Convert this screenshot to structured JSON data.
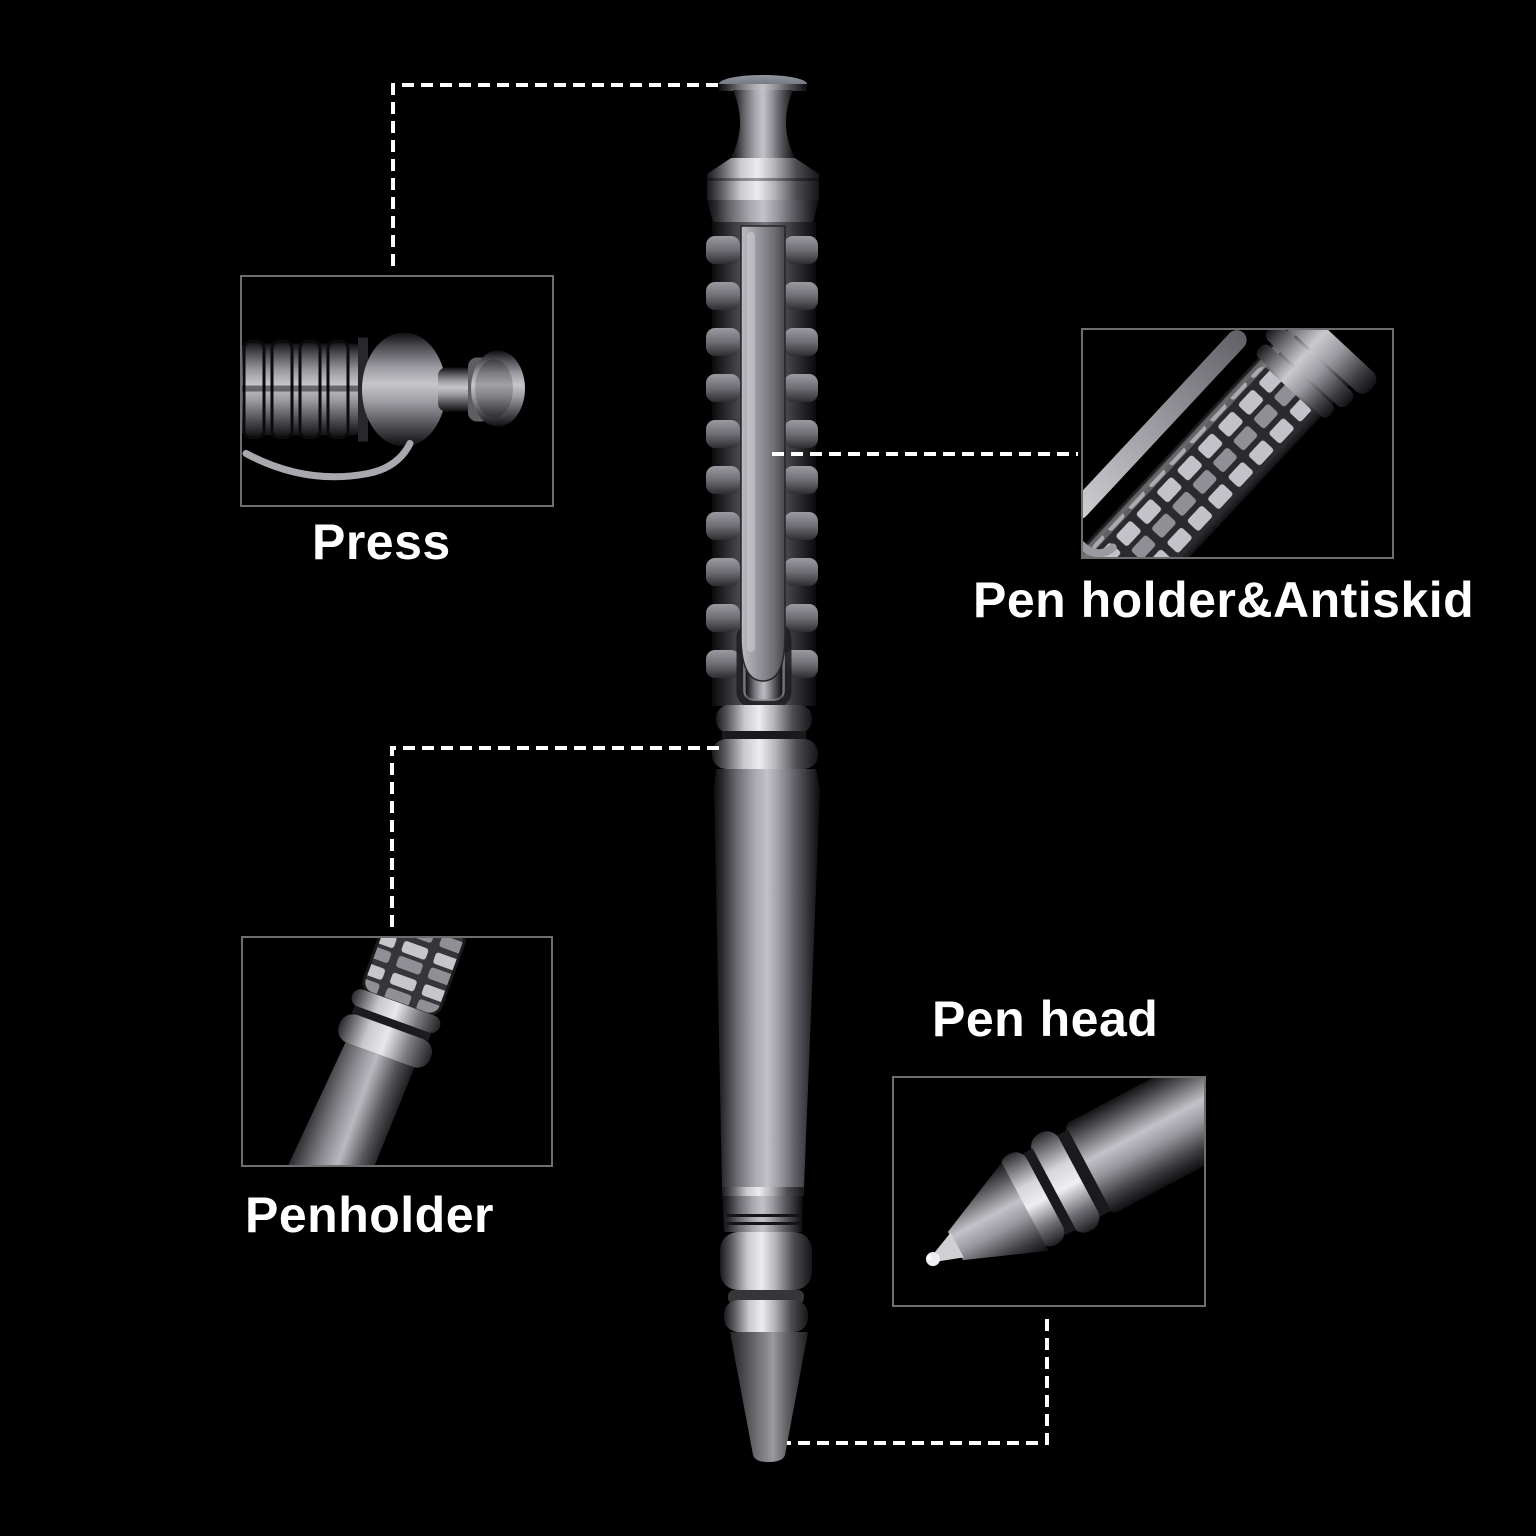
{
  "colors": {
    "background": "#000000",
    "label_text": "#ffffff",
    "connector_line": "#ffffff",
    "detail_box_border": "#6e6e6e",
    "pen_metal_mid": "#8a8a90",
    "pen_metal_highlight": "#d9d9de",
    "pen_metal_shadow": "#1c1c1e"
  },
  "callouts": [
    {
      "id": "press",
      "label": "Press"
    },
    {
      "id": "pen-holder-antiskid",
      "label": "Pen holder&Antiskid"
    },
    {
      "id": "penholder",
      "label": "Penholder"
    },
    {
      "id": "pen-head",
      "label": "Pen head"
    }
  ]
}
